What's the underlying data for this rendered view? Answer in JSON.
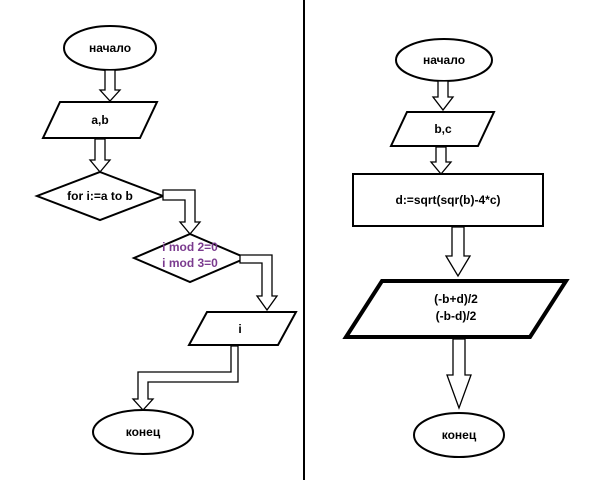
{
  "colors": {
    "stroke": "#000000",
    "fill": "#ffffff",
    "condition_text": "#7b3b8f"
  },
  "left": {
    "start": "начало",
    "input": "a,b",
    "loop": "for i:=a to b",
    "condition_line1": "i mod 2=0",
    "condition_line2": "i mod 3=0",
    "output": "i",
    "end": "конец"
  },
  "right": {
    "start": "начало",
    "input": "b,c",
    "process": "d:=sqrt(sqr(b)-4*c)",
    "output_line1": "(-b+d)/2",
    "output_line2": "(-b-d)/2",
    "end": "конец"
  }
}
